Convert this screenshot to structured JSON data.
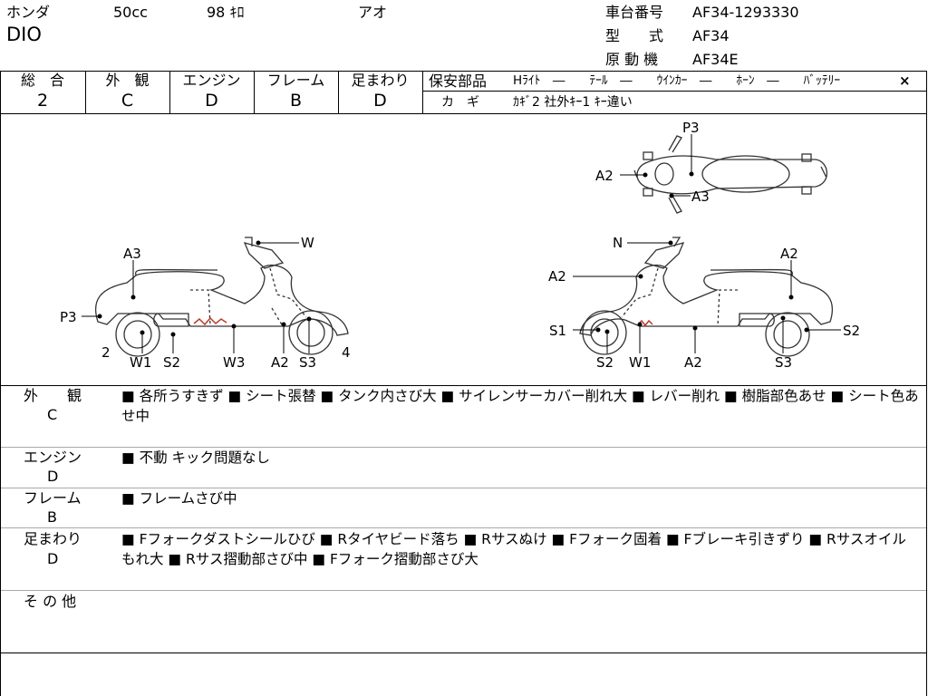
{
  "header": {
    "maker": "ホンダ",
    "cc": "50cc",
    "km": "98 ｷﾛ",
    "color": "アオ",
    "model_name": "DIO",
    "frame_no_label": "車台番号",
    "frame_no": "AF34-1293330",
    "type_label": "型　　式",
    "type": "AF34",
    "engine_label": "原 動 機",
    "engine": "AF34E"
  },
  "grades": [
    {
      "label": "総　合",
      "value": "2"
    },
    {
      "label": "外　観",
      "value": "C"
    },
    {
      "label": "エンジン",
      "value": "D"
    },
    {
      "label": "フレーム",
      "value": "B"
    },
    {
      "label": "足まわり",
      "value": "D"
    }
  ],
  "safety": {
    "title": "保安部品",
    "items": "Hﾗｲﾄ　―　　ﾃｰﾙ　―　　ｳｲﾝｶｰ　―　　ﾎｰﾝ　―　　ﾊﾞｯﾃﾘｰ",
    "battery_mark": "×",
    "key_label": "カ　ギ",
    "key_value": "ｶｷﾞ2 社外ｷｰ1 ｷｰ違い"
  },
  "diagram_labels": {
    "top": {
      "p3": "P3",
      "a2": "A2",
      "a3": "A3"
    },
    "left": {
      "a3": "A3",
      "w": "W",
      "p3": "P3",
      "n2": "2",
      "n4": "4",
      "w1": "W1",
      "s2": "S2",
      "w3": "W3",
      "a2": "A2",
      "s3": "S3"
    },
    "right": {
      "n": "N",
      "a2a": "A2",
      "a2b": "A2",
      "s1": "S1",
      "s2": "S2",
      "s2b": "S2",
      "w1": "W1",
      "a2c": "A2",
      "s3": "S3"
    }
  },
  "sections": [
    {
      "label": "外　　観",
      "grade": "C",
      "text": "■ 各所うすきず ■ シート張替 ■ タンク内さび大 ■ サイレンサーカバー削れ大 ■ レバー削れ ■ 樹脂部色あせ ■ シート色あせ中"
    },
    {
      "label": "エンジン",
      "grade": "D",
      "text": "■ 不動 キック問題なし"
    },
    {
      "label": "フレーム",
      "grade": "B",
      "text": "■ フレームさび中"
    },
    {
      "label": "足まわり",
      "grade": "D",
      "text": "■ Fフォークダストシールひび ■ Rタイヤビード落ち ■ Rサスぬけ ■ Fフォーク固着 ■ Fブレーキ引きずり ■ Rサスオイルもれ大 ■ Rサス摺動部さび中 ■ Fフォーク摺動部さび大"
    },
    {
      "label": "そ の 他",
      "grade": "",
      "text": ""
    }
  ]
}
